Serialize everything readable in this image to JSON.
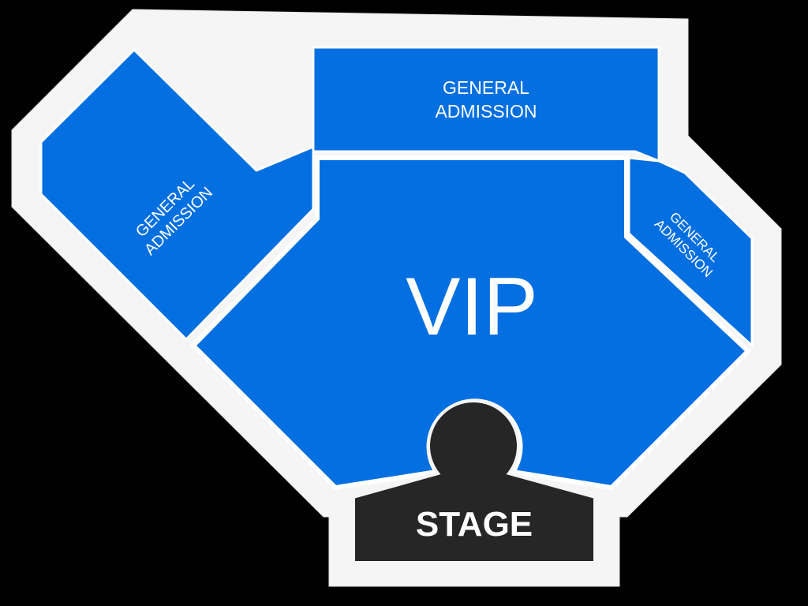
{
  "map": {
    "colors": {
      "background": "#000000",
      "venue_outline": "#f5f5f5",
      "section_fill": "#036fe0",
      "section_stroke": "#ffffff",
      "stage_fill": "#262626",
      "label_text": "#ffffff"
    },
    "sections": [
      {
        "id": "ga-left",
        "line1": "GENERAL",
        "line2": "ADMISSION"
      },
      {
        "id": "ga-top",
        "line1": "GENERAL",
        "line2": "ADMISSION"
      },
      {
        "id": "ga-right",
        "line1": "GENERAL",
        "line2": "ADMISSION"
      },
      {
        "id": "vip",
        "label": "VIP"
      }
    ],
    "stage": {
      "label": "STAGE"
    }
  }
}
